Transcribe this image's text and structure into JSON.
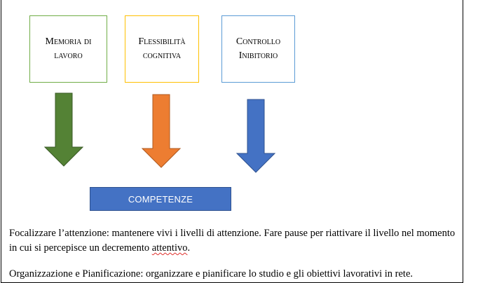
{
  "boxes": [
    {
      "line1": "Memoria di",
      "line2": "lavoro",
      "border_color": "#70ad47"
    },
    {
      "line1": "Flessibilità",
      "line2": "cognitiva",
      "border_color": "#ffc000"
    },
    {
      "line1": "Controllo",
      "line2": "Inibitorio",
      "border_color": "#5b9bd5"
    }
  ],
  "arrows": [
    {
      "icon": "arrow-down-icon",
      "fill": "#548235",
      "stroke": "#3a5a26"
    },
    {
      "icon": "arrow-down-icon",
      "fill": "#ed7d31",
      "stroke": "#ae5a21"
    },
    {
      "icon": "arrow-down-icon",
      "fill": "#4472c4",
      "stroke": "#2f528f"
    }
  ],
  "competenze": {
    "label": "COMPETENZE",
    "color": "#4472c4"
  },
  "paragraphs": {
    "p1_text": "Focalizzare l’attenzione: mantenere vivi i livelli di attenzione. Fare pause per riattivare il livello nel momento in cui si percepisce un decremento ",
    "p1_flagged_word": "attentivo",
    "p1_end": ".",
    "p2_text": "Organizzazione e Pianificazione: organizzare e pianificare lo studio e gli obiettivi lavorativi in rete."
  }
}
